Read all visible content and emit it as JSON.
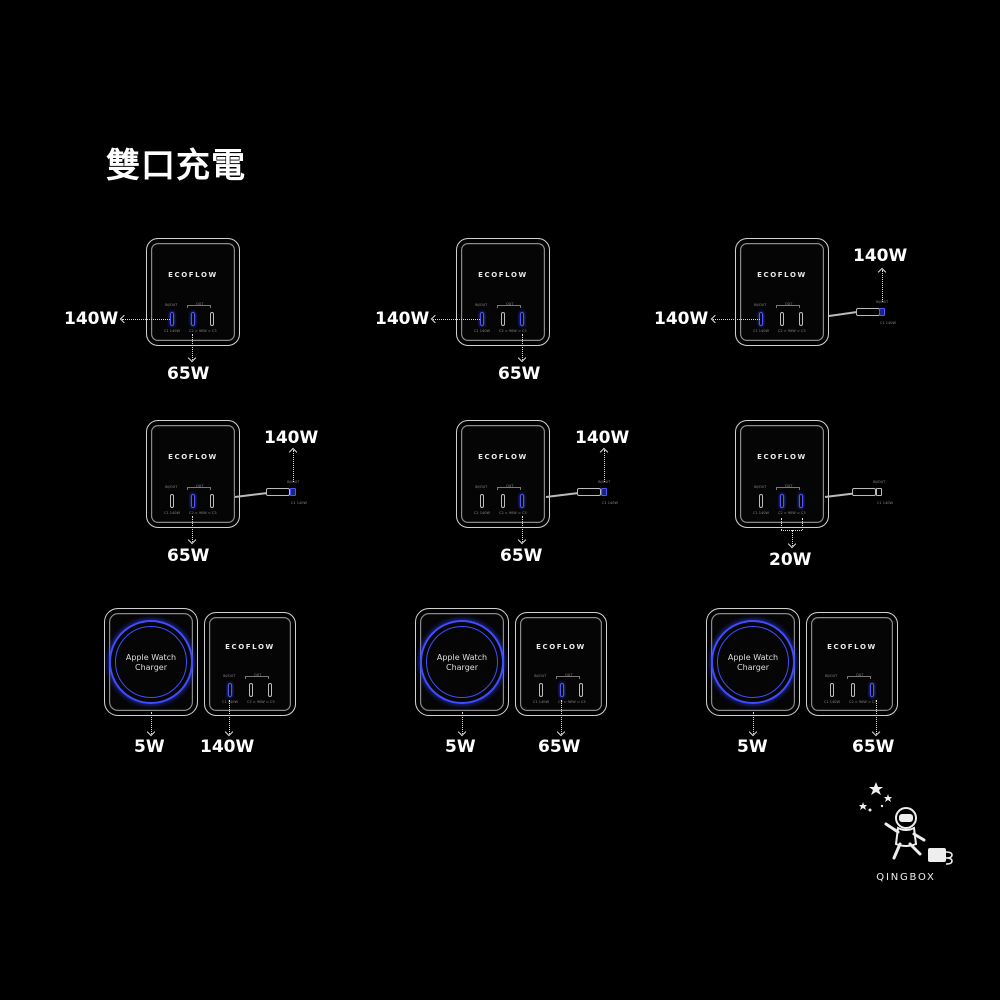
{
  "title": "雙口充電",
  "brand": "ECOFLOW",
  "port_labels": {
    "in_out": "IN/OUT",
    "out": "OUT",
    "c1": "C1 140W",
    "c2c3": "C2 ≈ 90W ≈ C3",
    "cable_c1": "C1 140W"
  },
  "pad_label_line1": "Apple Watch",
  "pad_label_line2": "Charger",
  "rows": [
    {
      "scenes": [
        {
          "left": "140W",
          "bottom": "65W"
        },
        {
          "left": "140W",
          "bottom": "65W"
        },
        {
          "left": "140W",
          "top": "140W"
        }
      ]
    },
    {
      "scenes": [
        {
          "top": "140W",
          "bottom": "65W"
        },
        {
          "top": "140W",
          "bottom": "65W"
        },
        {
          "bottom": "20W"
        }
      ]
    },
    {
      "scenes": [
        {
          "pad": "5W",
          "charger": "140W"
        },
        {
          "pad": "5W",
          "charger": "65W"
        },
        {
          "pad": "5W",
          "charger": "65W"
        }
      ]
    }
  ],
  "watermark": "QINGBOX",
  "colors": {
    "accent": "#4a57ff",
    "background": "#000000",
    "text": "#ffffff"
  }
}
